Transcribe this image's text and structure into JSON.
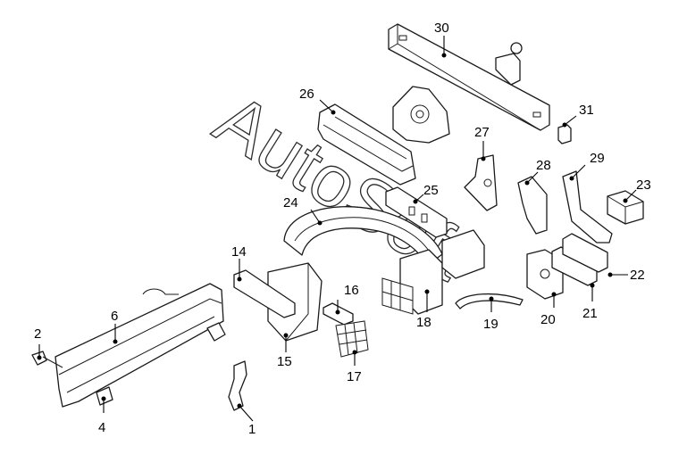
{
  "watermark": "AutoSoft",
  "callouts": [
    {
      "id": "1",
      "label": "1"
    },
    {
      "id": "2",
      "label": "2"
    },
    {
      "id": "4",
      "label": "4"
    },
    {
      "id": "6",
      "label": "6"
    },
    {
      "id": "14",
      "label": "14"
    },
    {
      "id": "15",
      "label": "15"
    },
    {
      "id": "16",
      "label": "16"
    },
    {
      "id": "17",
      "label": "17"
    },
    {
      "id": "18",
      "label": "18"
    },
    {
      "id": "19",
      "label": "19"
    },
    {
      "id": "20",
      "label": "20"
    },
    {
      "id": "21",
      "label": "21"
    },
    {
      "id": "22",
      "label": "22"
    },
    {
      "id": "23",
      "label": "23"
    },
    {
      "id": "24",
      "label": "24"
    },
    {
      "id": "25",
      "label": "25"
    },
    {
      "id": "26",
      "label": "26"
    },
    {
      "id": "27",
      "label": "27"
    },
    {
      "id": "28",
      "label": "28"
    },
    {
      "id": "29",
      "label": "29"
    },
    {
      "id": "30",
      "label": "30"
    },
    {
      "id": "31",
      "label": "31"
    }
  ]
}
